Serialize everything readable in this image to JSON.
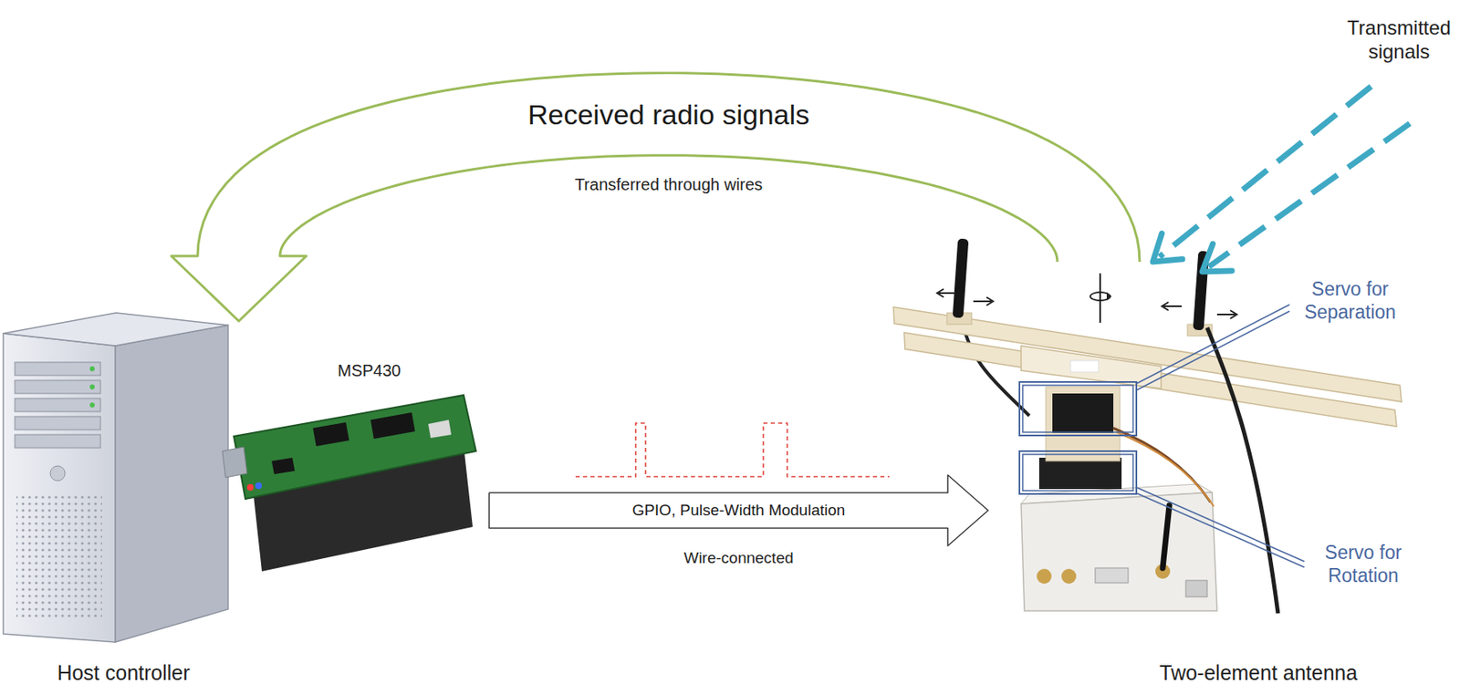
{
  "diagram": {
    "nodes": [
      {
        "text": [
          "Host controller"
        ]
      },
      {
        "text": [
          "MSP430"
        ]
      },
      {
        "text": [
          "Two-element antenna"
        ]
      }
    ],
    "edges": [
      {
        "from": 2,
        "to": 0,
        "arrow": "to",
        "label": "Received radio signals"
      },
      {
        "from": 1,
        "to": 2,
        "arrow": "to",
        "label": "GPIO, Pulse-Width Modulation"
      }
    ],
    "labels": [
      "Transferred through wires",
      "Wire-connected",
      "Transmitted signals",
      "Servo for Separation",
      "Servo for Rotation"
    ]
  }
}
